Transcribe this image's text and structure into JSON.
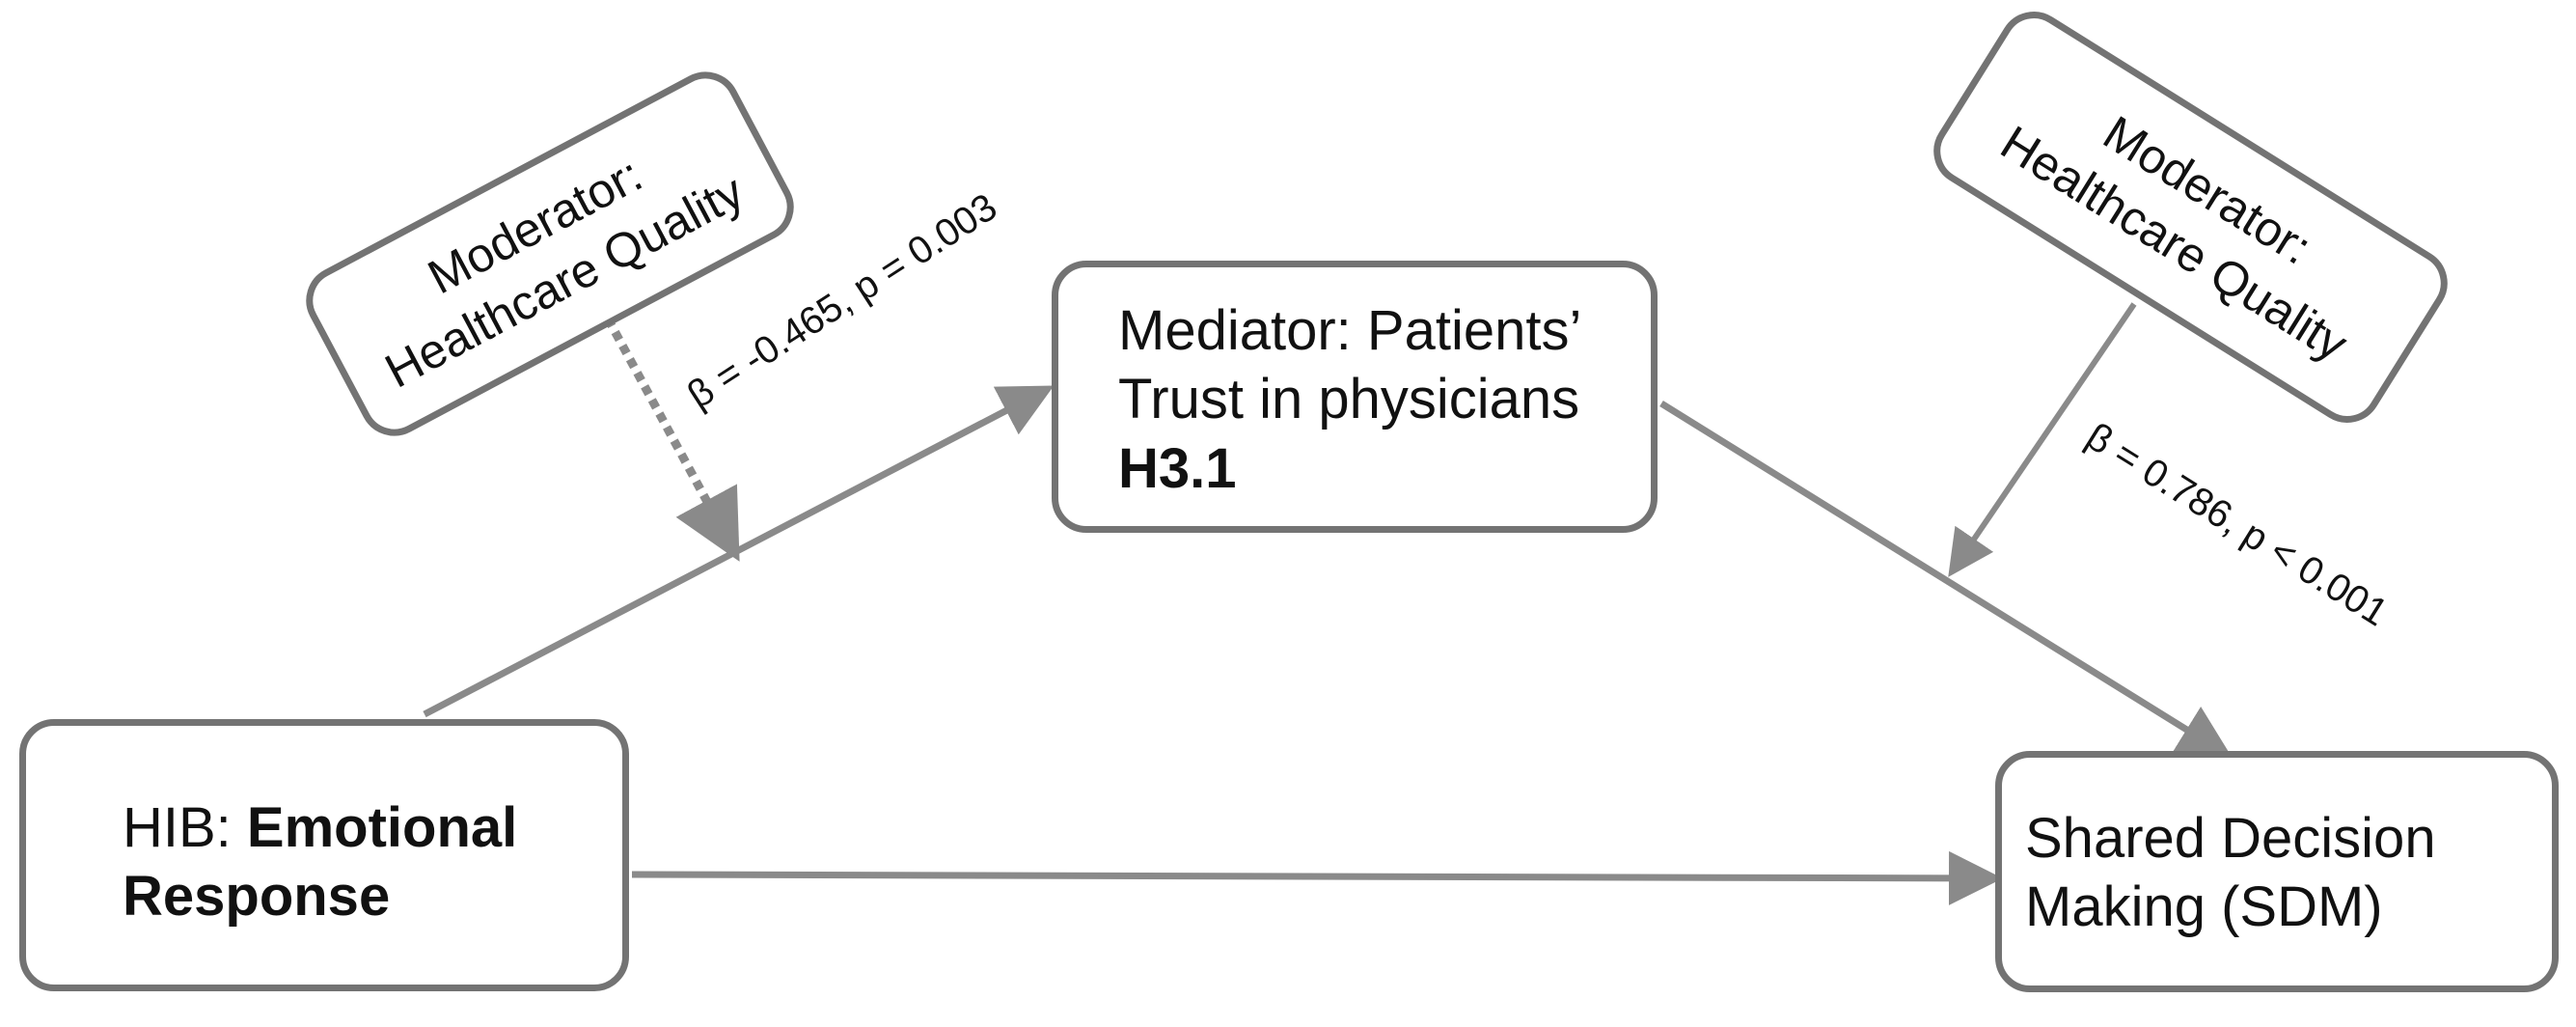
{
  "hib": {
    "prefix": "HIB: ",
    "bold1": "Emotional",
    "bold2": "Response"
  },
  "mediator": {
    "line1": "Mediator: Patients’",
    "line2": "Trust in physicians",
    "hypothesis": "H3.1"
  },
  "outcome": {
    "line1": "Shared Decision",
    "line2": "Making (SDM)"
  },
  "moderator_left": {
    "line1": "Moderator:",
    "line2": "Healthcare Quality"
  },
  "moderator_right": {
    "line1": "Moderator:",
    "line2": "Healthcare Quality"
  },
  "stat_left": "β = -0.465, p = 0.003",
  "stat_right": "β = 0.786, p < 0.001",
  "colors": {
    "arrow": "#8a8a8a",
    "border": "#737373",
    "text": "#111111"
  }
}
